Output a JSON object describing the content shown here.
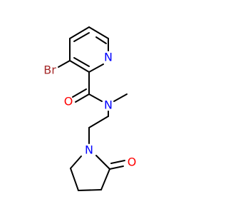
{
  "atoms": {
    "br": {
      "label": "Br",
      "color": "#a52a2a"
    },
    "n_pyridine": {
      "label": "N",
      "color": "#0000ff"
    },
    "o_amide": {
      "label": "O",
      "color": "#ff0000"
    },
    "n_amide": {
      "label": "N",
      "color": "#0000ff"
    },
    "n_lactam": {
      "label": "N",
      "color": "#0000ff"
    },
    "o_lactam": {
      "label": "O",
      "color": "#ff0000"
    }
  },
  "bond_color": "#000000",
  "background": "#ffffff"
}
